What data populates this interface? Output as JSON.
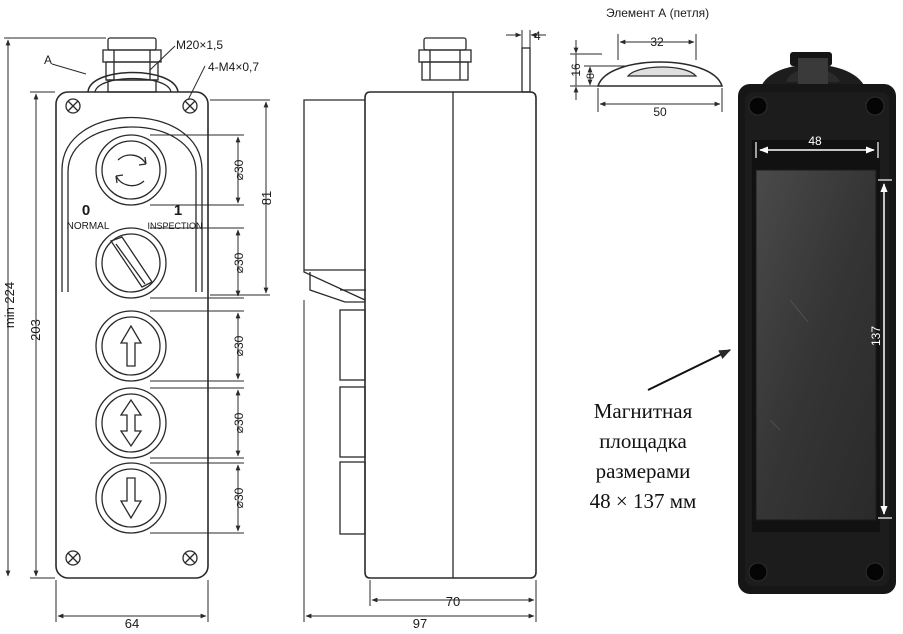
{
  "front_view": {
    "width_label": "64",
    "height_label": "203",
    "min_height_label": "min 224",
    "gland_label": "M20×1,5",
    "screws_label": "4-M4×0,7",
    "element_marker": "A",
    "spacing_label": "81",
    "button_diameter_label": "⌀30",
    "selector_left_number": "0",
    "selector_left_text": "NORMAL",
    "selector_right_number": "1",
    "selector_right_text": "INSPECTION"
  },
  "side_view": {
    "depth_label": "70",
    "total_depth_label": "97",
    "bracket_label": "4"
  },
  "element_a": {
    "title": "Элемент А (петля)",
    "top_width_label": "32",
    "bottom_width_label": "50",
    "height_label": "16",
    "inner_height_label": "8"
  },
  "photo": {
    "width_label": "48",
    "height_label": "137"
  },
  "caption": {
    "lines": [
      "Магнитная",
      "площадка",
      "размерами",
      "48 × 137 мм"
    ]
  },
  "colors": {
    "line": "#2a2a2a",
    "body_dark": "#161616",
    "pad": "#3c3c3c"
  }
}
